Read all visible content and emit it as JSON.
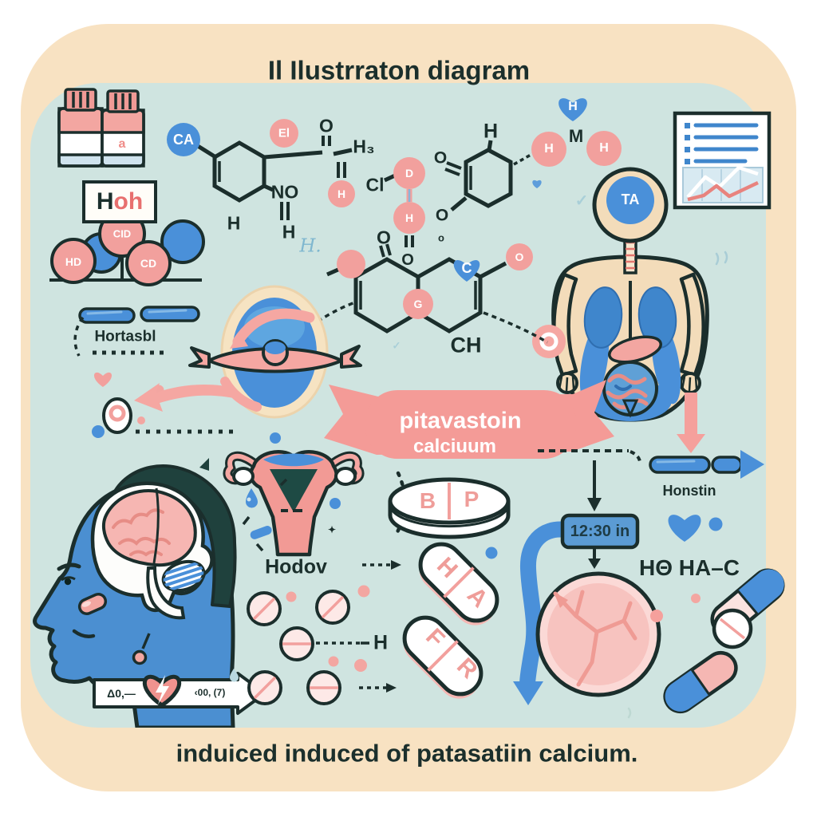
{
  "title": "Il Ilustrraton diagram",
  "caption": "induiced induced of patasatiin calcium.",
  "colors": {
    "peach": "#f8e2c2",
    "panel": "#cfe4e0",
    "pink": "#f2a09d",
    "blue": "#4a90d9",
    "dark_teal": "#1b2f2c"
  },
  "bottles": {
    "label": "a"
  },
  "hoh": {
    "h": "H",
    "oh": "oh"
  },
  "balls": {
    "left": "HD",
    "top": "CID",
    "right": "CD"
  },
  "atoms": {
    "ca": "CA",
    "el": "El",
    "o_carbonyl": "O",
    "h3": "H₃",
    "no": "NO",
    "h_under_no": "H",
    "h_ring_a": "H",
    "h_circle_a": "H",
    "cl": "Cl",
    "d_circle": "D",
    "h_circle_cl": "H",
    "o_under_cl": "O",
    "h_ring_b": "H",
    "o_left_b": "O",
    "o_bottom_b": "O",
    "o_small_b": "o",
    "bond_m": "M",
    "h_water_left": "H",
    "h_water_right": "H",
    "h_heart": "H",
    "o_top_c": "O",
    "c_heart": "C",
    "g_circle": "G",
    "o_right_c": "O",
    "ch": "CH",
    "h_script": "H."
  },
  "body": {
    "head_label": "TA"
  },
  "left_column": {
    "hormone_label": "Hortasbl"
  },
  "banner": {
    "line1": "pitavastoin",
    "line2": "calciuum"
  },
  "right_column": {
    "hormone_label": "Honstin",
    "time_box": "12:30 in",
    "formula": "HΘ HA–C"
  },
  "head_profile": {
    "band_left": "Δ0,—",
    "band_right": "‹00, (7)"
  },
  "uterus": {
    "label": "Hodov"
  },
  "pills": {
    "tablet_b": "B",
    "tablet_p": "P",
    "capsule_h": "H",
    "capsule_a": "A",
    "capsule_f": "F",
    "capsule_r": "R",
    "dash_label": "H"
  },
  "marks": {
    "check": "✓",
    "star": "✦"
  }
}
